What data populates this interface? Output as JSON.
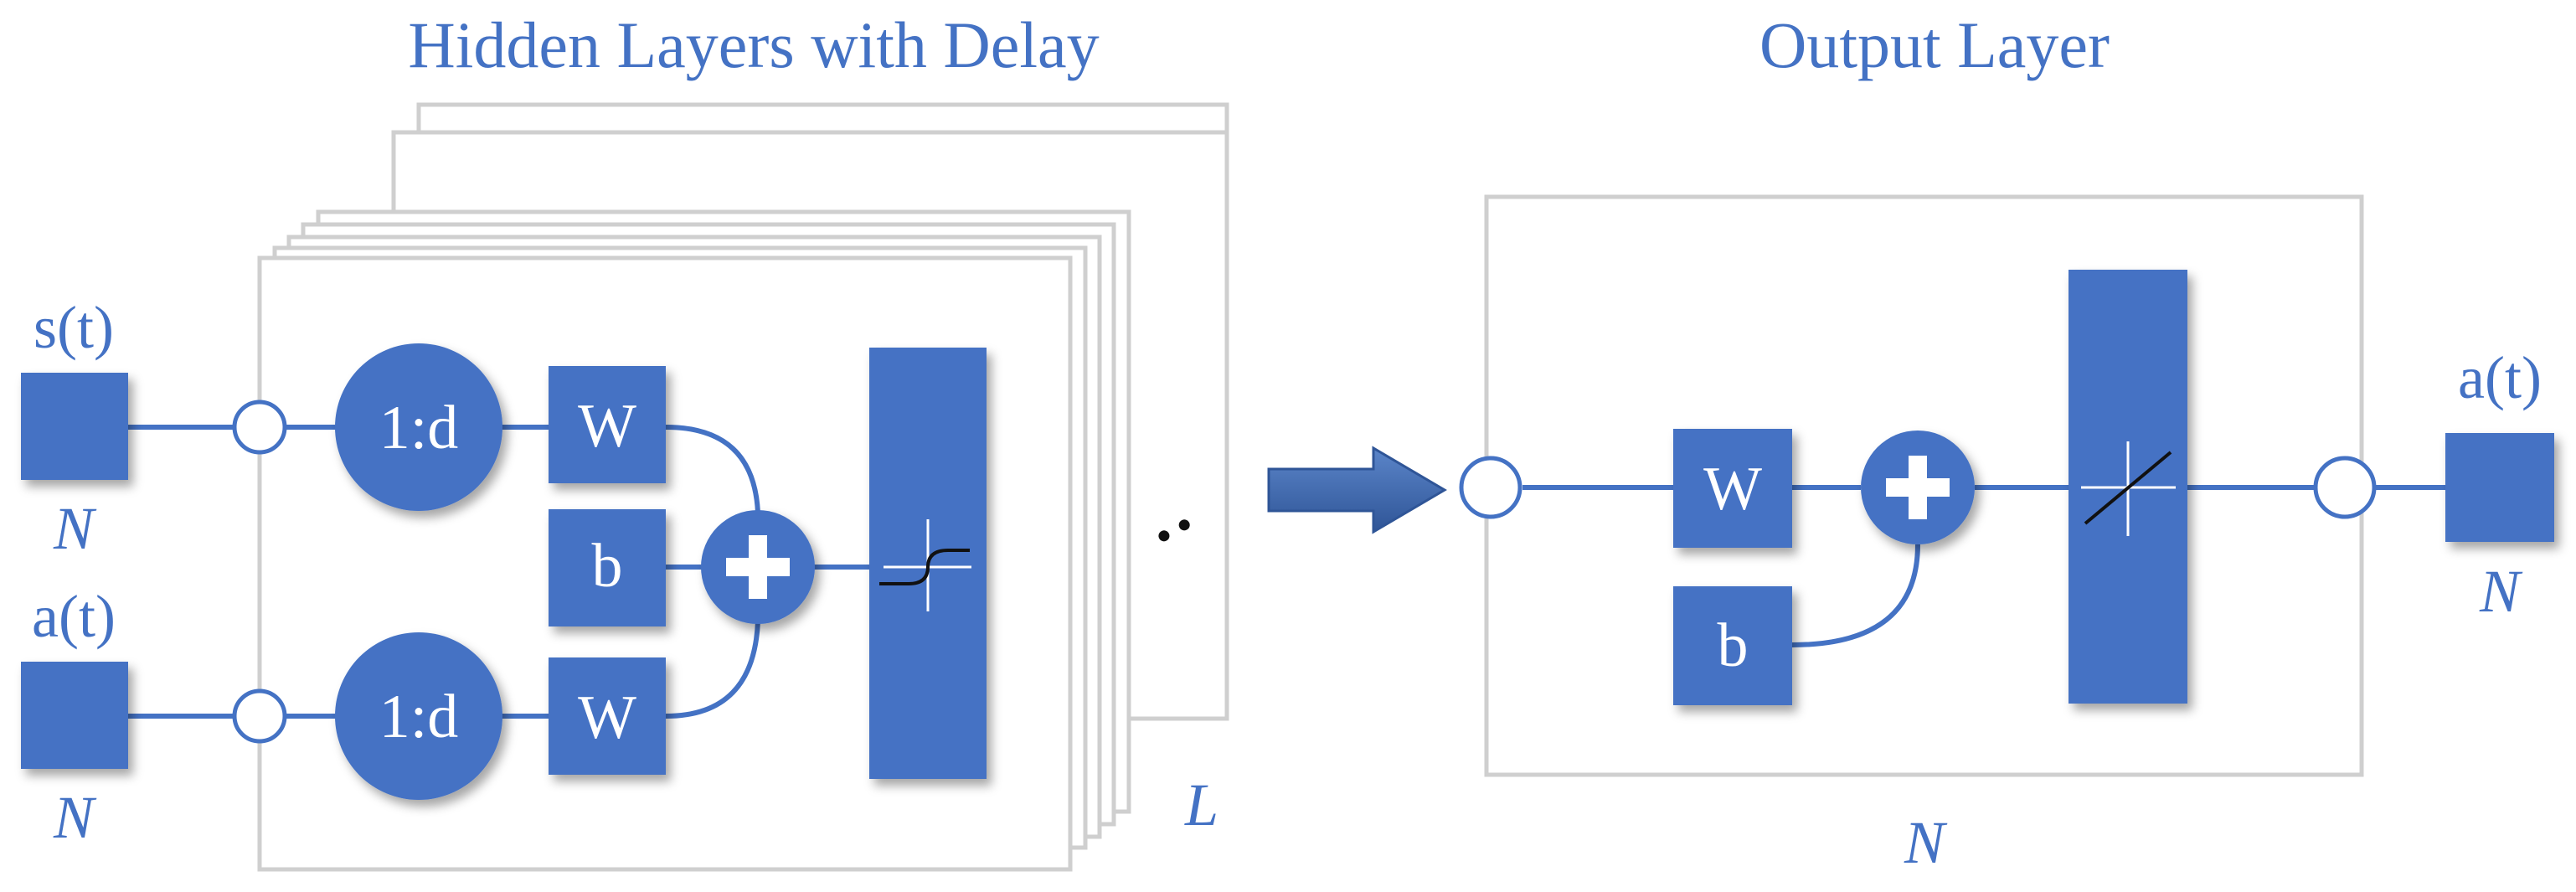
{
  "hidden": {
    "title": "Hidden Layers with Delay",
    "input_s": "s(t)",
    "input_a": "a(t)",
    "input_s_dim": "N",
    "input_a_dim": "N",
    "delay_top": "1:d",
    "delay_bottom": "1:d",
    "weight_top": "W",
    "weight_bottom": "W",
    "bias": "b",
    "ellipsis": "..",
    "layers_count": "L",
    "transfer_function_icon": "tansig-icon"
  },
  "output": {
    "title": "Output Layer",
    "output_a": "a(t)",
    "output_dim": "N",
    "weight": "W",
    "bias": "b",
    "layer_dim": "N",
    "transfer_function_icon": "purelin-icon"
  },
  "colors": {
    "accent": "#4472C4",
    "frame": "#cfcfcf",
    "arrow": "#2F5597"
  }
}
